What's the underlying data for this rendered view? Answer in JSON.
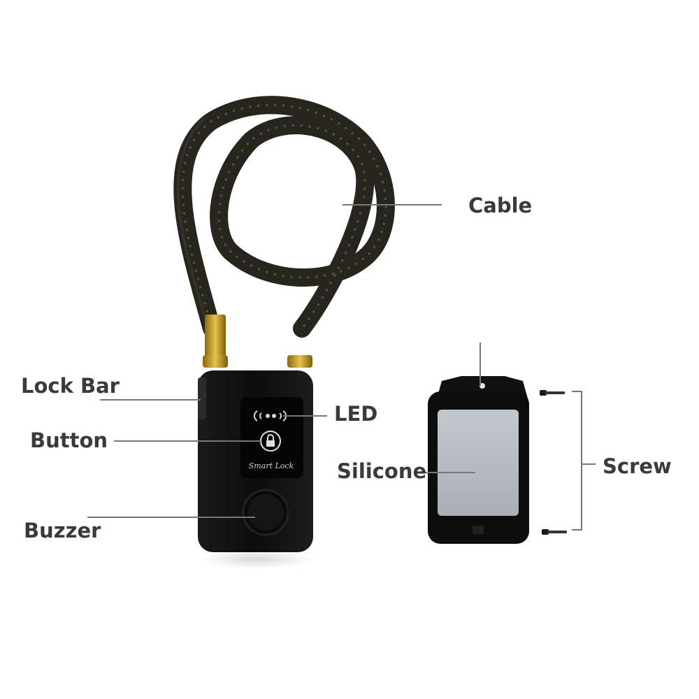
{
  "labels": {
    "cable": "Cable",
    "lock_bar": "Lock Bar",
    "led": "LED",
    "button": "Button",
    "silicone": "Silicone",
    "screw": "Screw",
    "buzzer": "Buzzer"
  },
  "lock_face_text": "Smart Lock",
  "colors": {
    "label_text": "#3a3a3a",
    "leader_line": "#777777",
    "lock_body": "#111111",
    "cable": "#2a2a22",
    "brass": "#c9a227",
    "silicone": "#b4bac2"
  }
}
